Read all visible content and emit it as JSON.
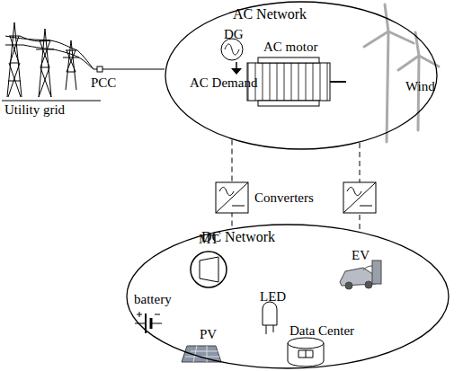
{
  "diagram": {
    "nodes": [
      {
        "text": [
          "AC Network"
        ]
      },
      {
        "text": [
          "DC Network"
        ]
      }
    ],
    "edges": [
      {
        "from": 0,
        "to": 1,
        "arrow": "none"
      },
      {
        "from": 0,
        "to": 1,
        "arrow": "none"
      }
    ],
    "labels": [
      "Utility grid",
      "PCC",
      "DG",
      "AC motor",
      "AC Demand",
      "Wind",
      "Converters",
      "MT",
      "EV",
      "LED",
      "battery",
      "PV",
      "Data Center"
    ]
  }
}
